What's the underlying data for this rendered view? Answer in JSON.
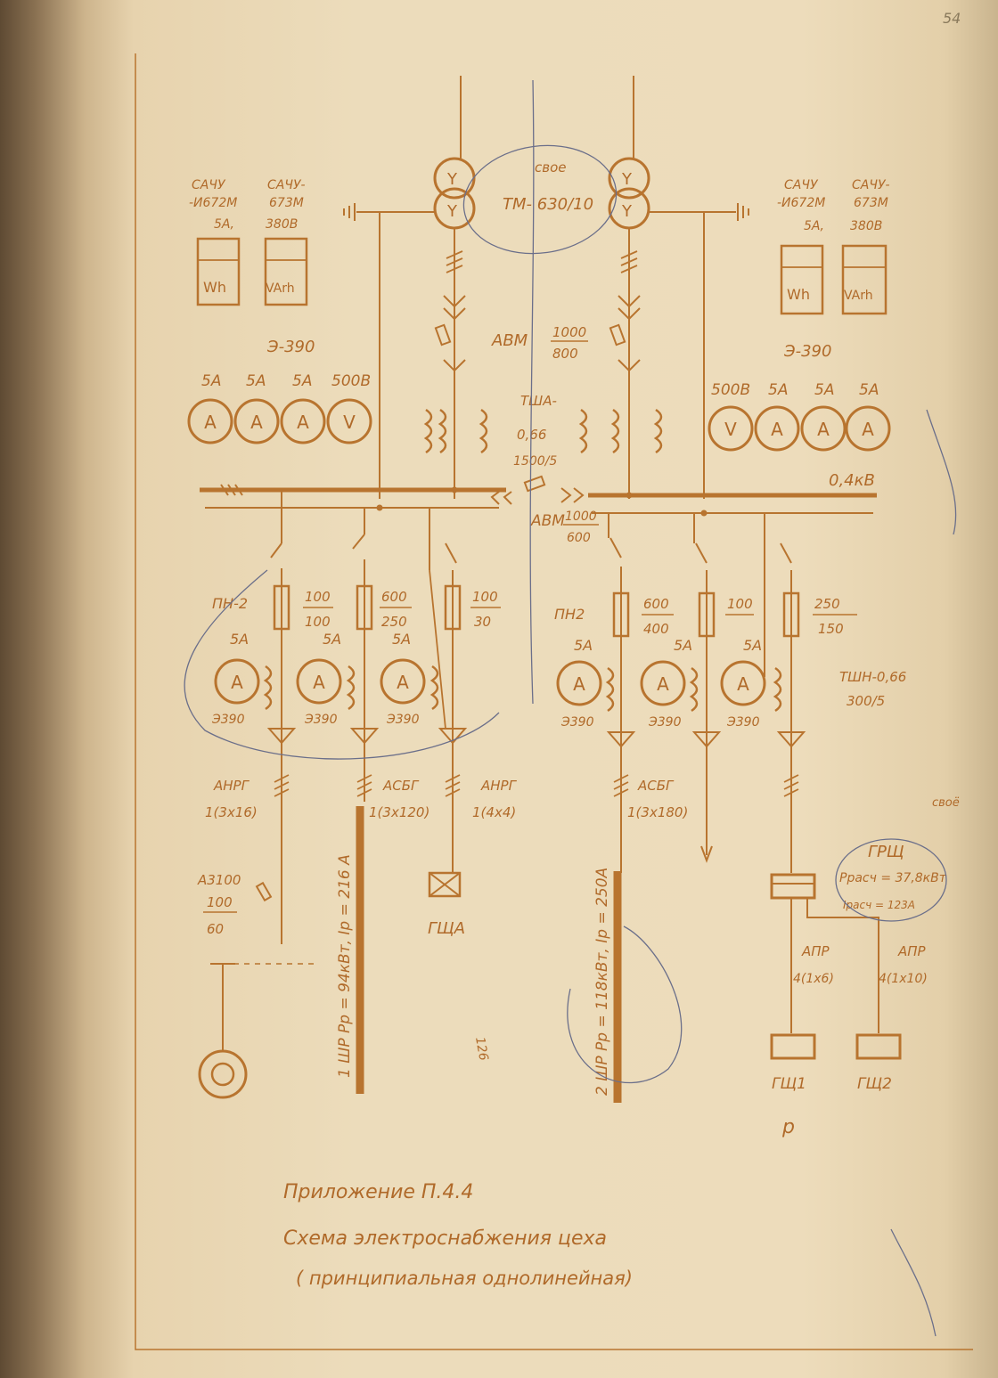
{
  "page_number": "54",
  "transformer": {
    "label": "ТМ- 630/10"
  },
  "incomer_breaker": {
    "name": "АВМ",
    "num": "1000",
    "den": "800"
  },
  "ct_main": {
    "line1": "ТША-",
    "line2": "0,66",
    "line3": "1500/5"
  },
  "busbar": {
    "voltage": "0,4кВ"
  },
  "sectional_breaker": {
    "name": "АВМ",
    "num": "1000",
    "den": "600"
  },
  "left_meters": {
    "active_top": "САЧУ",
    "active_mid": "-И672М",
    "active_bottom": "5А,",
    "reactive_top": "САЧУ-",
    "reactive_mid": "673М",
    "reactive_bottom": "380В",
    "wh": "Wh",
    "varh": "VArh"
  },
  "right_meters": {
    "active_top": "САЧУ",
    "active_mid": "-И672М",
    "active_bottom": "5А,",
    "reactive_top": "САЧУ-",
    "reactive_mid": "673М",
    "reactive_bottom": "380В",
    "wh": "Wh",
    "varh": "VArh"
  },
  "left_instruments": {
    "type": "Э-390",
    "ratings": [
      "5А",
      "5А",
      "5А",
      "500В"
    ],
    "symbols": [
      "A",
      "A",
      "A",
      "V"
    ]
  },
  "right_instruments": {
    "type": "Э-390",
    "ratings": [
      "500В",
      "5А",
      "5А",
      "5А"
    ],
    "symbols": [
      "V",
      "A",
      "A",
      "A"
    ]
  },
  "feeders": {
    "fuse_pn2_left": "ПН-2",
    "fuse_pn2_right": "ПН2",
    "f1": {
      "num": "100",
      "den": "100",
      "amp_rating": "5А",
      "ammeter_type": "Э390",
      "cable_type": "АНРГ",
      "cable_size": "1(3х16)"
    },
    "f2": {
      "num": "600",
      "den": "250",
      "amp_rating": "5А",
      "ammeter_type": "Э390",
      "cable_type": "АСБГ",
      "cable_size": "1(3х120)"
    },
    "f3": {
      "num": "100",
      "den": "30",
      "amp_rating": "5А",
      "ammeter_type": "Э390",
      "cable_type": "АНРГ",
      "cable_size": "1(4х4)"
    },
    "f4": {
      "num": "600",
      "den": "400",
      "amp_rating": "5А",
      "ammeter_type": "Э390",
      "cable_type": "АСБГ",
      "cable_size": "1(3х180)"
    },
    "f5": {
      "num": "100",
      "amp_rating": "5А",
      "ammeter_type": "Э390"
    },
    "f6": {
      "num": "250",
      "den": "150",
      "amp_rating": "5А",
      "ammeter_type": "Э390"
    },
    "ct_feeder": {
      "line1": "ТШН-0,66",
      "line2": "300/5"
    },
    "ammeter_symbol": "A"
  },
  "motor_branch": {
    "breaker": "А3100",
    "num": "100",
    "den": "60"
  },
  "busways": {
    "shr1": "1 ШР  Рр = 94кВт, Iр = 216 А",
    "shr2": "2 ШР  Рр = 118кВт, Iр = 250А"
  },
  "boards": {
    "gshcha": "ГЩА",
    "grsh_title": "ГРЩ",
    "grsh_p": "Ррасч = 37,8кВт",
    "grsh_i": "Iрасч = 123А",
    "cable_left_type": "АПР",
    "cable_left_size": "4(1х6)",
    "cable_right_type": "АПР",
    "cable_right_size": "4(1х10)",
    "gsh1": "ГЩ1",
    "gsh2": "ГЩ2"
  },
  "caption": {
    "appendix": "Приложение   П.4.4",
    "title": "Схема  электроснабжения  цеха",
    "subtitle": "( принципиальная  однолинейная)"
  },
  "pencil_notes": {
    "transformer": "свое",
    "grsh": "своё",
    "bottom": "р",
    "middle": "126"
  },
  "colors": {
    "ink": "#b8742f",
    "paper": "#ecdcbb",
    "pencil": "#6b6f8a"
  }
}
